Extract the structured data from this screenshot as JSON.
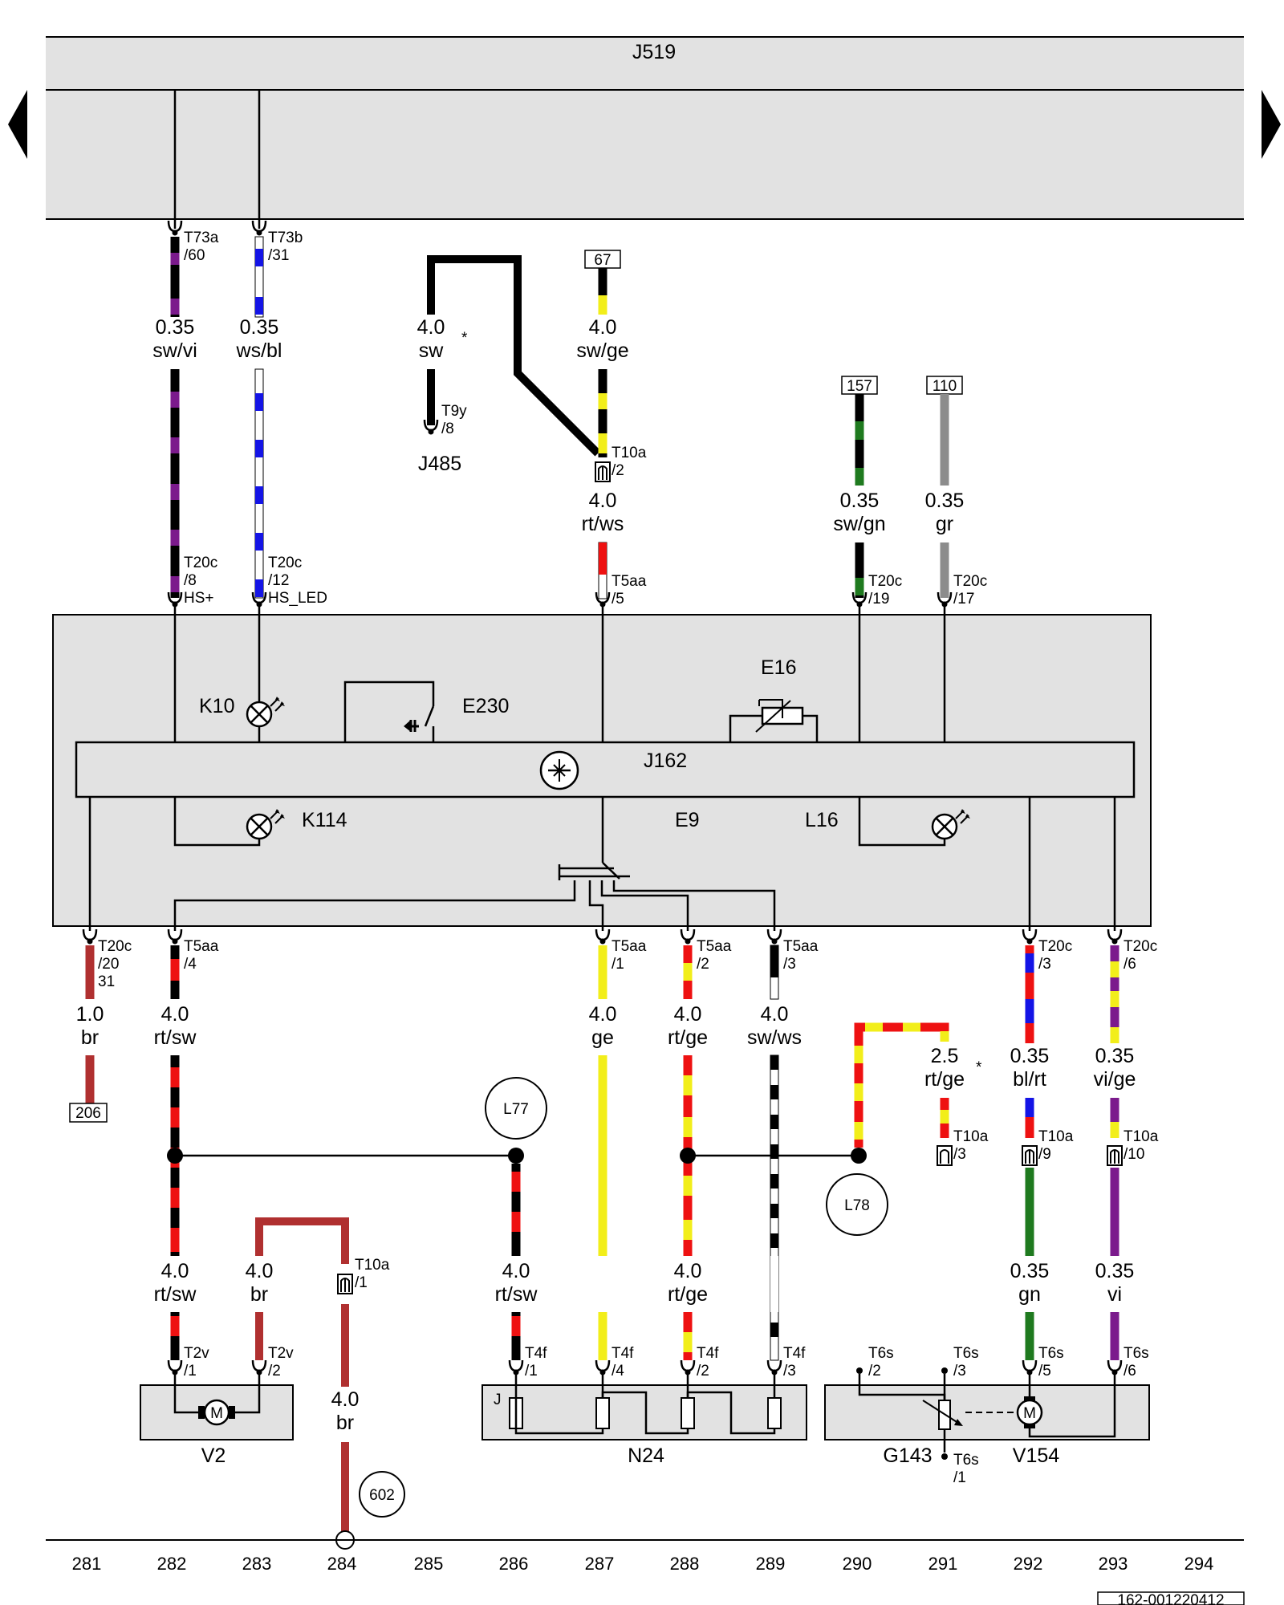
{
  "navigation": {
    "prev_icon": "triangle-left-icon",
    "next_icon": "triangle-right-icon"
  },
  "components": {
    "j519": "J519",
    "j162": "J162",
    "j485": "J485",
    "k10": "K10",
    "k114": "K114",
    "e230": "E230",
    "e16": "E16",
    "e9": "E9",
    "l16": "L16",
    "v2": "V2",
    "n24": "N24",
    "g143": "G143",
    "v154": "V154",
    "n24_j": "J",
    "motor_m": "M"
  },
  "grounds": {
    "l77": "L77",
    "l78": "L78",
    "g602": "602"
  },
  "refs": {
    "r67": "67",
    "r157": "157",
    "r110": "110",
    "r206": "206"
  },
  "connectors": {
    "t73a": [
      "T73a",
      "/60"
    ],
    "t73b": [
      "T73b",
      "/31"
    ],
    "t9y": [
      "T9y",
      "/8"
    ],
    "t10a_2": [
      "T10a",
      "/2"
    ],
    "t20c_8": [
      "T20c",
      "/8",
      "HS+"
    ],
    "t20c_12": [
      "T20c",
      "/12",
      "HS_LED"
    ],
    "t5aa_5": [
      "T5aa",
      "/5"
    ],
    "t20c_19": [
      "T20c",
      "/19"
    ],
    "t20c_17": [
      "T20c",
      "/17"
    ],
    "t20c_20": [
      "T20c",
      "/20",
      "31"
    ],
    "t5aa_4": [
      "T5aa",
      "/4"
    ],
    "t5aa_1": [
      "T5aa",
      "/1"
    ],
    "t5aa_2": [
      "T5aa",
      "/2"
    ],
    "t5aa_3": [
      "T5aa",
      "/3"
    ],
    "t20c_3": [
      "T20c",
      "/3"
    ],
    "t20c_6": [
      "T20c",
      "/6"
    ],
    "t10a_3": [
      "T10a",
      "/3"
    ],
    "t10a_9": [
      "T10a",
      "/9"
    ],
    "t10a_10": [
      "T10a",
      "/10"
    ],
    "t10a_1": [
      "T10a",
      "/1"
    ],
    "t2v_1": [
      "T2v",
      "/1"
    ],
    "t2v_2": [
      "T2v",
      "/2"
    ],
    "t4f_1": [
      "T4f",
      "/1"
    ],
    "t4f_4": [
      "T4f",
      "/4"
    ],
    "t4f_2": [
      "T4f",
      "/2"
    ],
    "t4f_3": [
      "T4f",
      "/3"
    ],
    "t6s_2": [
      "T6s",
      "/2"
    ],
    "t6s_3": [
      "T6s",
      "/3"
    ],
    "t6s_5": [
      "T6s",
      "/5"
    ],
    "t6s_6": [
      "T6s",
      "/6"
    ],
    "t6s_1": [
      "T6s",
      "/1"
    ]
  },
  "wires": {
    "w_swvi": [
      "0.35",
      "sw/vi"
    ],
    "w_wsbl": [
      "0.35",
      "ws/bl"
    ],
    "w_sw": [
      "4.0",
      "sw"
    ],
    "w_swge": [
      "4.0",
      "sw/ge"
    ],
    "w_rtws": [
      "4.0",
      "rt/ws"
    ],
    "w_swgn": [
      "0.35",
      "sw/gn"
    ],
    "w_gr": [
      "0.35",
      "gr"
    ],
    "w_br1": [
      "1.0",
      "br"
    ],
    "w_rtsw1": [
      "4.0",
      "rt/sw"
    ],
    "w_ge": [
      "4.0",
      "ge"
    ],
    "w_rtge1": [
      "4.0",
      "rt/ge"
    ],
    "w_swws": [
      "4.0",
      "sw/ws"
    ],
    "w_rtge25": [
      "2.5",
      "rt/ge"
    ],
    "w_blrt": [
      "0.35",
      "bl/rt"
    ],
    "w_vige": [
      "0.35",
      "vi/ge"
    ],
    "w_rtsw2": [
      "4.0",
      "rt/sw"
    ],
    "w_br2": [
      "4.0",
      "br"
    ],
    "w_rtsw3": [
      "4.0",
      "rt/sw"
    ],
    "w_rtge2": [
      "4.0",
      "rt/ge"
    ],
    "w_gn": [
      "0.35",
      "gn"
    ],
    "w_vi": [
      "0.35",
      "vi"
    ],
    "w_br3": [
      "4.0",
      "br"
    ]
  },
  "notes": {
    "star1": "*",
    "star2": "*"
  },
  "tracks": [
    "281",
    "282",
    "283",
    "284",
    "285",
    "286",
    "287",
    "288",
    "289",
    "290",
    "291",
    "292",
    "293",
    "294"
  ],
  "footer_code": "162-001220412",
  "colors": {
    "black": "#000000",
    "violet": "#7b1a8c",
    "blue": "#1414e6",
    "yellow": "#f2ee1a",
    "red": "#ee1111",
    "green": "#1f7a1f",
    "grey": "#8c8c8c",
    "brown": "#b03030",
    "panel": "#e2e2e2"
  }
}
